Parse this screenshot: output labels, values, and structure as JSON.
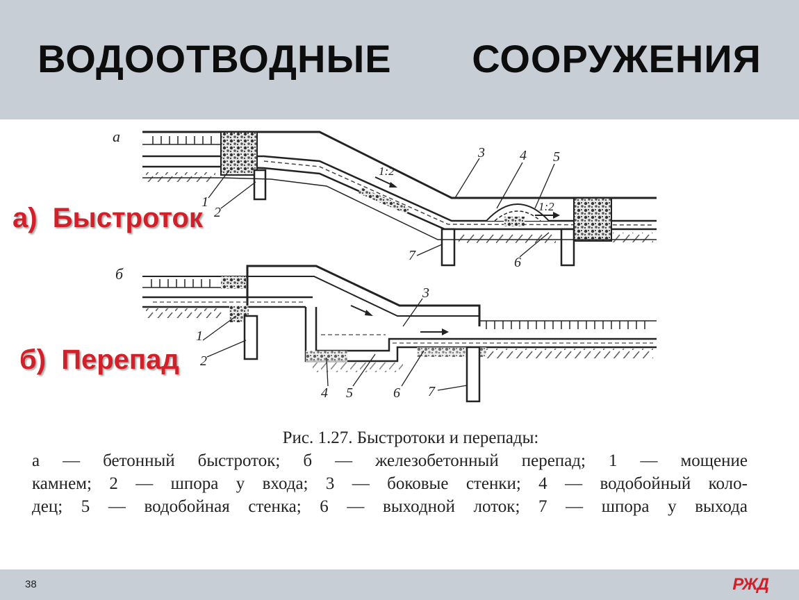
{
  "slide": {
    "title": "ВОДООТВОДНЫЕ   СООРУЖЕНИЯ",
    "label_a": "а)  Быстроток",
    "label_b": "б)  Перепад",
    "page_number": "38",
    "logo_text": "РЖД"
  },
  "diagram_a": {
    "letter": "а",
    "slope_1": "1:2",
    "slope_2": "1:2",
    "callouts": [
      "1",
      "2",
      "3",
      "4",
      "5",
      "6",
      "7"
    ]
  },
  "diagram_b": {
    "letter": "б",
    "callouts": [
      "1",
      "2",
      "3",
      "4",
      "5",
      "6",
      "7"
    ]
  },
  "caption": {
    "title": "Рис. 1.27. Быстротоки и перепады:",
    "line1": "а — бетонный быстроток; б — железобетонный  перепад; 1 — мощение",
    "line2": "камнем; 2 — шпора у входа; 3 — боковые стенки; 4 — водобойный коло-",
    "line3": "дец; 5 — водобойная стенка; 6 — выходной лоток; 7 — шпора у выхода"
  },
  "colors": {
    "header_bg": "#c7ced6",
    "label_red": "#d0202a",
    "ink": "#222222"
  }
}
